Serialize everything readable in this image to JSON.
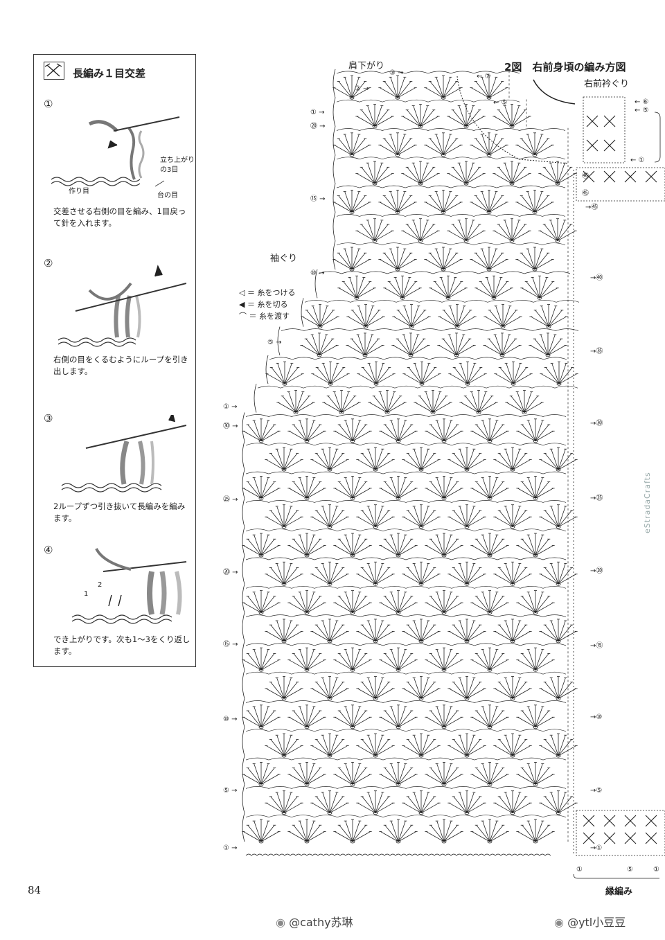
{
  "stitch_panel": {
    "title": "長編み１目交差",
    "steps": [
      {
        "num": "①",
        "text": "交差させる右側の目を編み、1目戻って針を入れます。",
        "labels": {
          "turning": "立ち上がり",
          "turning2": "の3目",
          "chain": "作り目",
          "base": "台の目"
        }
      },
      {
        "num": "②",
        "text": "右側の目をくるむようにループを引き出します。"
      },
      {
        "num": "③",
        "text": "2ループずつ引き抜いて長編みを編みます。"
      },
      {
        "num": "④",
        "text": "でき上がりです。次も1～3をくり返します。",
        "arrow_labels": [
          "1",
          "2"
        ]
      }
    ]
  },
  "diagram": {
    "figure_title": "2図　右前身頃の編み方図",
    "shoulder_label": "肩下がり",
    "neck_label": "右前衿ぐり",
    "armhole_label": "袖ぐり",
    "edge_label": "縁編み",
    "legend": [
      {
        "symbol": "◁",
        "text": "＝ 糸をつける"
      },
      {
        "symbol": "◀",
        "text": "＝ 糸を切る"
      },
      {
        "symbol": "⌒",
        "text": "＝ 糸を渡す"
      }
    ],
    "left_row_markers": [
      "⑳",
      "⑮",
      "⑩",
      "⑤",
      "①",
      "㉚",
      "㉕",
      "⑳",
      "⑮",
      "⑩",
      "⑤",
      "①"
    ],
    "top_row_markers": [
      "③",
      "②",
      "①",
      "⑦",
      "⑤"
    ],
    "right_row_markers": [
      "㊺",
      "㊵",
      "㉟",
      "㉚",
      "㉕",
      "⑳",
      "⑮",
      "⑩",
      "⑤",
      "①"
    ],
    "neck_row_markers": [
      "⑥",
      "⑤",
      "①"
    ],
    "edge_row_markers": [
      "㊻",
      "㊺"
    ],
    "bottom_markers": [
      "①",
      "⑤",
      "①"
    ]
  },
  "page_number": "84",
  "footer_credits": [
    "@cathy苏琳",
    "@ytl小豆豆"
  ],
  "watermark": "eStradaCrafts",
  "colors": {
    "ink": "#222222",
    "yarn_gray": "#8a8a8a",
    "border": "#333333"
  }
}
